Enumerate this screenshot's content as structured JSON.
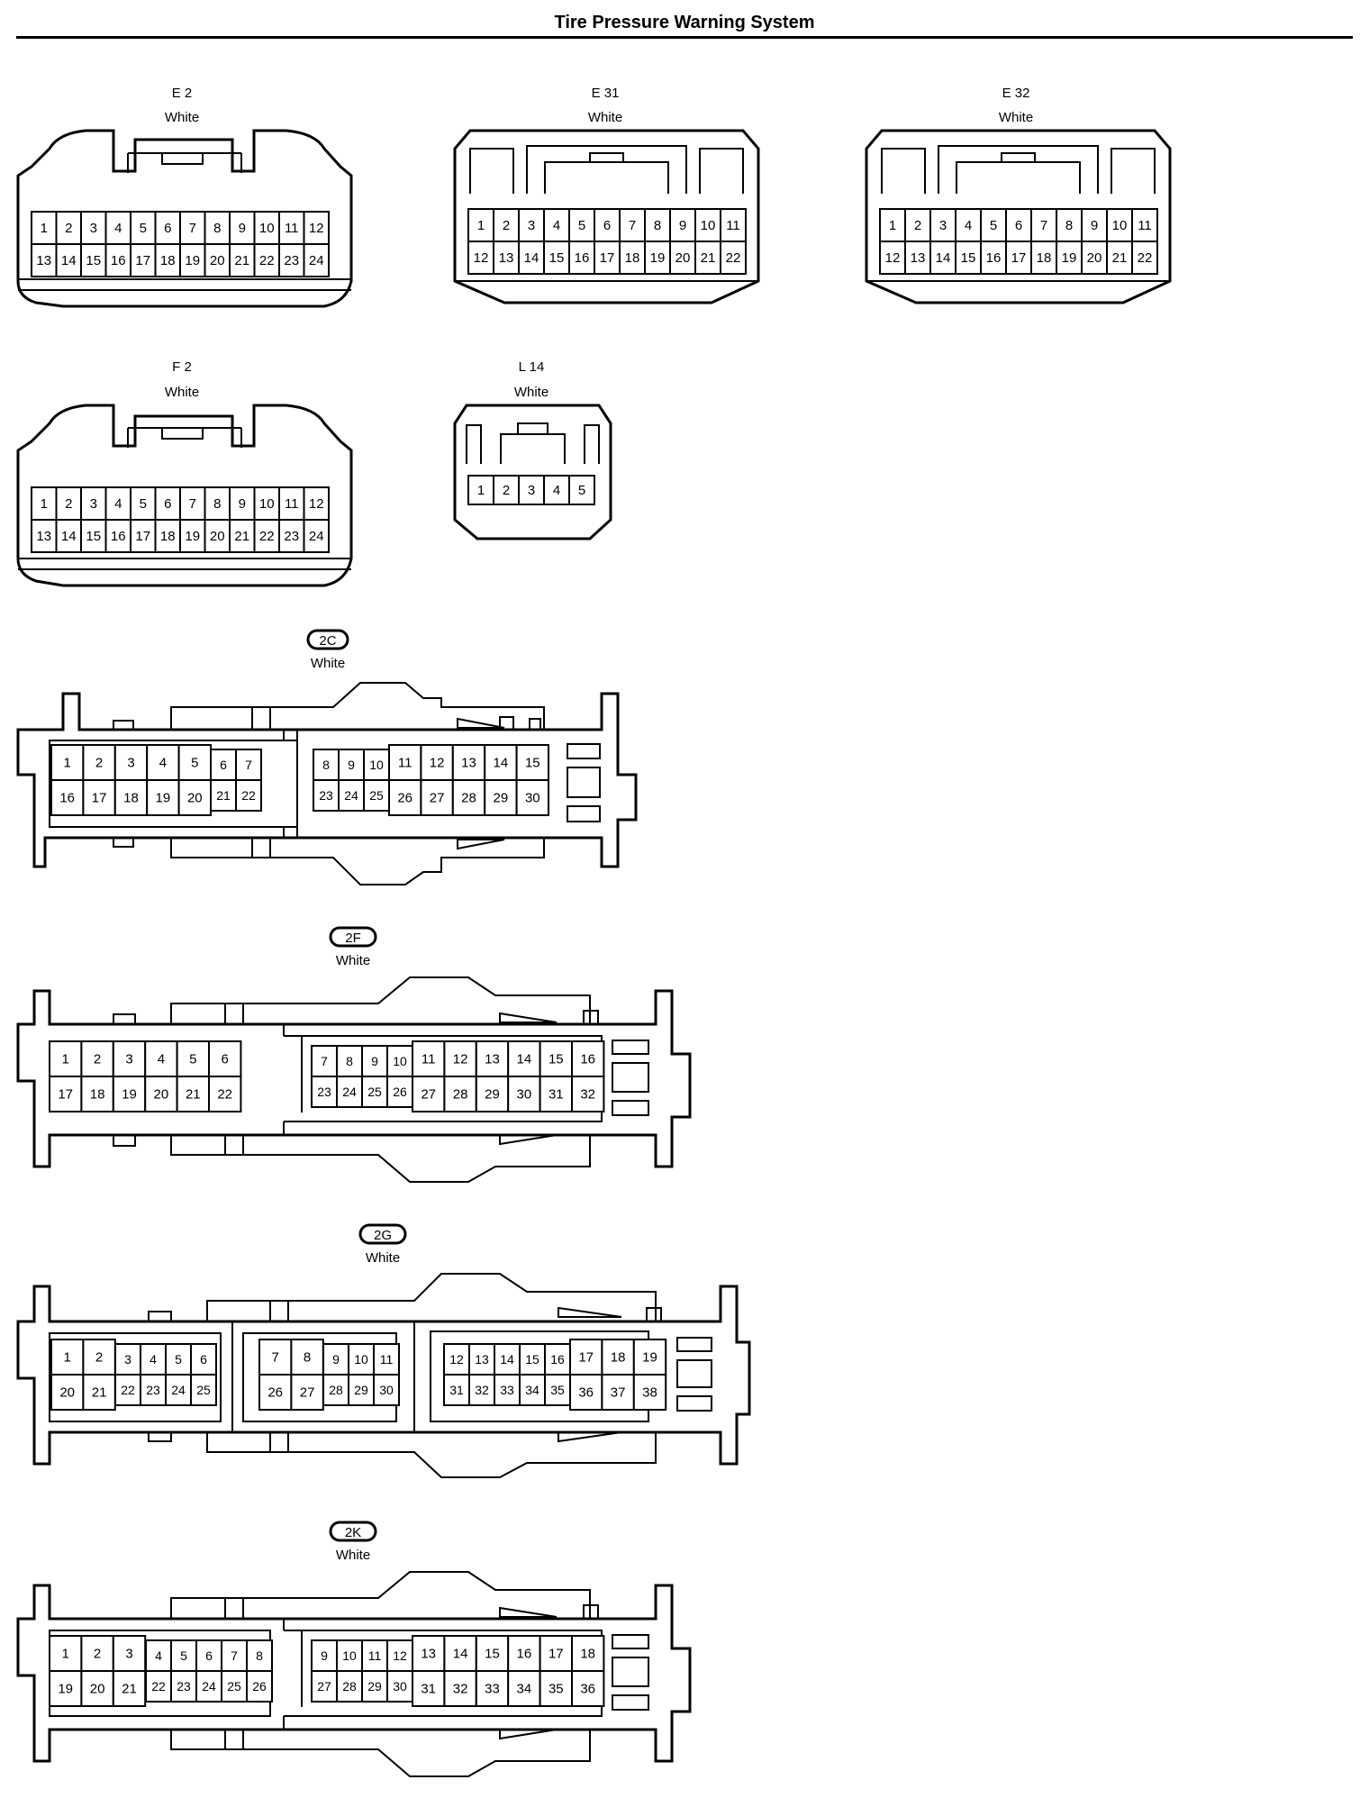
{
  "title": "Tire Pressure Warning System",
  "connectors": {
    "E2": {
      "code": "E 2",
      "color": "White",
      "row1": [
        "1",
        "2",
        "3",
        "4",
        "5",
        "6",
        "7",
        "8",
        "9",
        "10",
        "11",
        "12"
      ],
      "row2": [
        "13",
        "14",
        "15",
        "16",
        "17",
        "18",
        "19",
        "20",
        "21",
        "22",
        "23",
        "24"
      ]
    },
    "E31": {
      "code": "E 31",
      "color": "White",
      "row1": [
        "1",
        "2",
        "3",
        "4",
        "5",
        "6",
        "7",
        "8",
        "9",
        "10",
        "11"
      ],
      "row2": [
        "12",
        "13",
        "14",
        "15",
        "16",
        "17",
        "18",
        "19",
        "20",
        "21",
        "22"
      ]
    },
    "E32": {
      "code": "E 32",
      "color": "White",
      "row1": [
        "1",
        "2",
        "3",
        "4",
        "5",
        "6",
        "7",
        "8",
        "9",
        "10",
        "11"
      ],
      "row2": [
        "12",
        "13",
        "14",
        "15",
        "16",
        "17",
        "18",
        "19",
        "20",
        "21",
        "22"
      ]
    },
    "F2": {
      "code": "F 2",
      "color": "White",
      "row1": [
        "1",
        "2",
        "3",
        "4",
        "5",
        "6",
        "7",
        "8",
        "9",
        "10",
        "11",
        "12"
      ],
      "row2": [
        "13",
        "14",
        "15",
        "16",
        "17",
        "18",
        "19",
        "20",
        "21",
        "22",
        "23",
        "24"
      ]
    },
    "L14": {
      "code": "L 14",
      "color": "White",
      "row1": [
        "1",
        "2",
        "3",
        "4",
        "5"
      ]
    },
    "2C": {
      "code": "2C",
      "color": "White",
      "left_big_top": [
        "1",
        "2",
        "3",
        "4",
        "5"
      ],
      "left_big_bot": [
        "16",
        "17",
        "18",
        "19",
        "20"
      ],
      "left_small_top": [
        "6",
        "7"
      ],
      "left_small_bot": [
        "21",
        "22"
      ],
      "right_small_top": [
        "8",
        "9",
        "10"
      ],
      "right_small_bot": [
        "23",
        "24",
        "25"
      ],
      "right_big_top": [
        "11",
        "12",
        "13",
        "14",
        "15"
      ],
      "right_big_bot": [
        "26",
        "27",
        "28",
        "29",
        "30"
      ]
    },
    "2F": {
      "code": "2F",
      "color": "White",
      "left_big_top": [
        "1",
        "2",
        "3",
        "4",
        "5",
        "6"
      ],
      "left_big_bot": [
        "17",
        "18",
        "19",
        "20",
        "21",
        "22"
      ],
      "right_small_top": [
        "7",
        "8",
        "9",
        "10"
      ],
      "right_small_bot": [
        "23",
        "24",
        "25",
        "26"
      ],
      "right_big_top": [
        "11",
        "12",
        "13",
        "14",
        "15",
        "16"
      ],
      "right_big_bot": [
        "27",
        "28",
        "29",
        "30",
        "31",
        "32"
      ]
    },
    "2G": {
      "code": "2G",
      "color": "White",
      "a_big_top": [
        "1",
        "2"
      ],
      "a_big_bot": [
        "20",
        "21"
      ],
      "a_small_top": [
        "3",
        "4",
        "5",
        "6"
      ],
      "a_small_bot": [
        "22",
        "23",
        "24",
        "25"
      ],
      "b_big_top": [
        "7",
        "8"
      ],
      "b_big_bot": [
        "26",
        "27"
      ],
      "b_small_top": [
        "9",
        "10",
        "11"
      ],
      "b_small_bot": [
        "28",
        "29",
        "30"
      ],
      "c_small_top": [
        "12",
        "13",
        "14",
        "15",
        "16"
      ],
      "c_small_bot": [
        "31",
        "32",
        "33",
        "34",
        "35"
      ],
      "c_big_top": [
        "17",
        "18",
        "19"
      ],
      "c_big_bot": [
        "36",
        "37",
        "38"
      ]
    },
    "2K": {
      "code": "2K",
      "color": "White",
      "left_big_top": [
        "1",
        "2",
        "3"
      ],
      "left_big_bot": [
        "19",
        "20",
        "21"
      ],
      "left_small_top": [
        "4",
        "5",
        "6",
        "7",
        "8"
      ],
      "left_small_bot": [
        "22",
        "23",
        "24",
        "25",
        "26"
      ],
      "right_small_top": [
        "9",
        "10",
        "11",
        "12"
      ],
      "right_small_bot": [
        "27",
        "28",
        "29",
        "30"
      ],
      "right_big_top": [
        "13",
        "14",
        "15",
        "16",
        "17",
        "18"
      ],
      "right_big_bot": [
        "31",
        "32",
        "33",
        "34",
        "35",
        "36"
      ]
    }
  }
}
